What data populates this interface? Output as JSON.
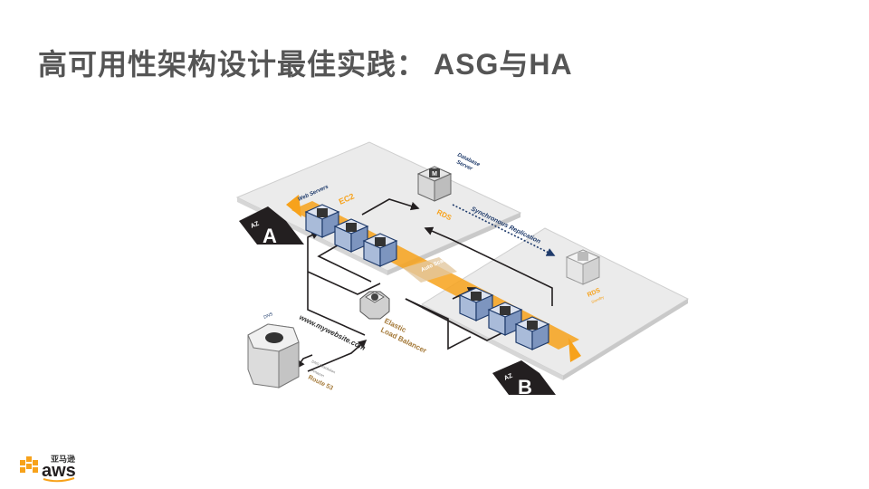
{
  "slide": {
    "title": "高可用性架构设计最佳实践：",
    "title_suffix": "ASG与HA"
  },
  "diagram": {
    "zone_a_prefix": "AZ",
    "zone_a_letter": "A",
    "zone_b_prefix": "AZ",
    "zone_b_letter": "B",
    "web_servers_label": "Web Servers",
    "ec2_label": "EC2",
    "database_label_1": "Database",
    "database_label_2": "Server",
    "db_icon": "M",
    "rds_label": "RDS",
    "rds_standby_label": "RDS",
    "rds_standby_sub": "Standby",
    "replication_label": "Synchronous Replication",
    "elb_label_1": "Elastic",
    "elb_label_2": "Load Balancer",
    "website_label": "www.mywebsite.com",
    "dns_label": "DNS",
    "dns_resolution_label": "DNS Resolution",
    "route53_sub": "Amazon",
    "route53_label": "Route 53",
    "autoscaling_label": "Auto Scaling"
  },
  "footer": {
    "brand_cn": "亚马逊",
    "brand": "aws"
  },
  "colors": {
    "orange": "#f7a21b",
    "navy": "#1f3b6b",
    "dark": "#231f20",
    "zone_fill": "#ebebeb"
  }
}
